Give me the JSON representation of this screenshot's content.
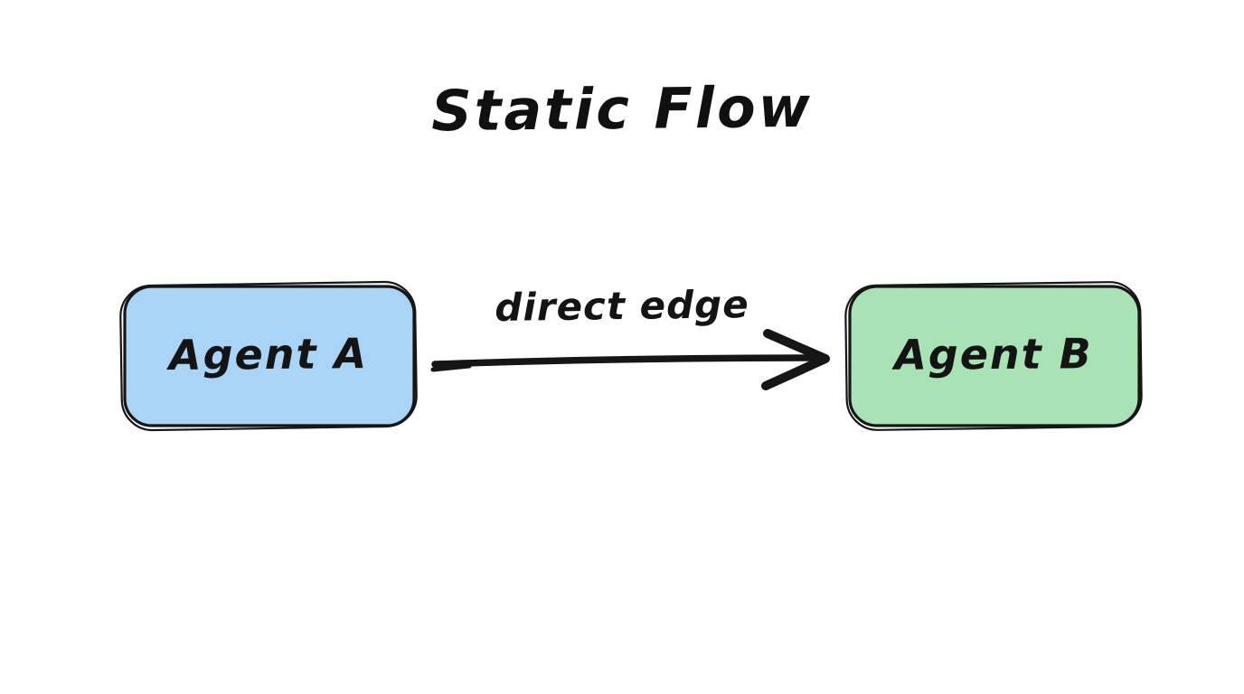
{
  "title": "Static Flow",
  "diagram": {
    "nodes": [
      {
        "id": "agent-a",
        "label": "Agent A",
        "fill": "#a9d4f6"
      },
      {
        "id": "agent-b",
        "label": "Agent B",
        "fill": "#a9e2b4"
      }
    ],
    "edge": {
      "label": "direct edge",
      "from": "agent-a",
      "to": "agent-b"
    },
    "colors": {
      "stroke": "#161616",
      "text": "#141414",
      "background": "#ffffff"
    }
  }
}
